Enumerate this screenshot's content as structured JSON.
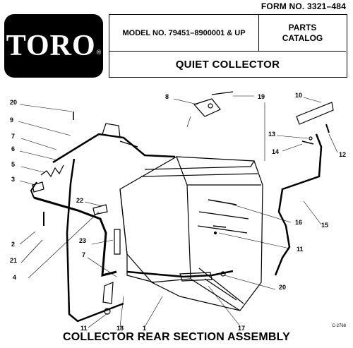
{
  "form_number": "FORM NO. 3321–484",
  "logo": {
    "text": "TORO",
    "mark": "®"
  },
  "header": {
    "model": "MODEL NO. 79451–8900001 & UP",
    "catalog_line1": "PARTS",
    "catalog_line2": "CATALOG",
    "product": "QUIET COLLECTOR"
  },
  "callouts": [
    "20",
    "9",
    "7",
    "6",
    "5",
    "3",
    "2",
    "21",
    "4",
    "22",
    "23",
    "7",
    "11",
    "18",
    "1",
    "17",
    "20",
    "11",
    "16",
    "15",
    "8",
    "19",
    "10",
    "13",
    "14",
    "12"
  ],
  "title": "COLLECTOR REAR SECTION ASSEMBLY",
  "drawing_code": "C-2768"
}
